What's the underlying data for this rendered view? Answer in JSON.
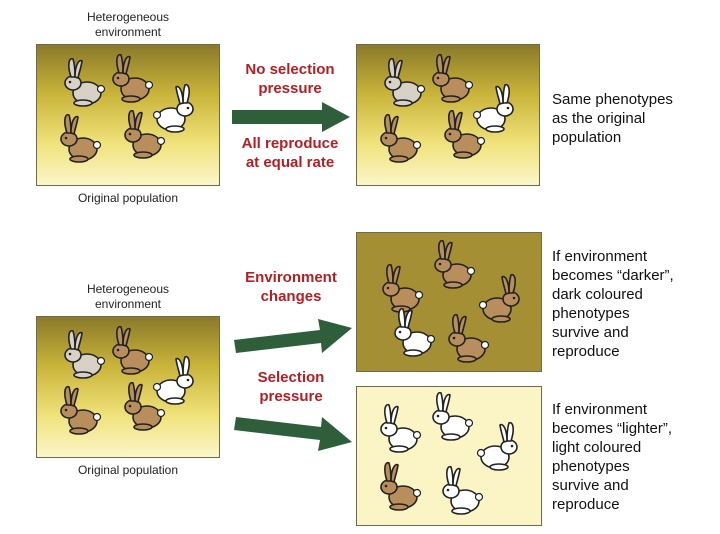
{
  "top": {
    "env_label": "Heterogeneous\nenvironment",
    "orig_label": "Original population",
    "arrow_label_1": "No selection\npressure",
    "arrow_label_2": "All reproduce\nat equal rate",
    "result_note": "Same phenotypes\nas the original\npopulation"
  },
  "bottom": {
    "env_label": "Heterogeneous\nenvironment",
    "orig_label": "Original population",
    "arrow_label_1": "Environment\nchanges",
    "arrow_label_2": "Selection\npressure",
    "dark_note": "If environment\nbecomes “darker”,\ndark coloured\nphenotypes\nsurvive and\nreproduce",
    "light_note": "If environment\nbecomes “lighter”,\nlight coloured\nphenotypes\nsurvive and\nreproduce"
  },
  "colors": {
    "rabbit_brown": "#b98e5d",
    "rabbit_light": "#d8d2c6",
    "rabbit_white": "#ffffff",
    "arrow": "#2e5e3a",
    "text_red": "#b21f24"
  },
  "icons": {
    "rabbit": "rabbit-icon",
    "arrow": "arrow-right-icon"
  }
}
